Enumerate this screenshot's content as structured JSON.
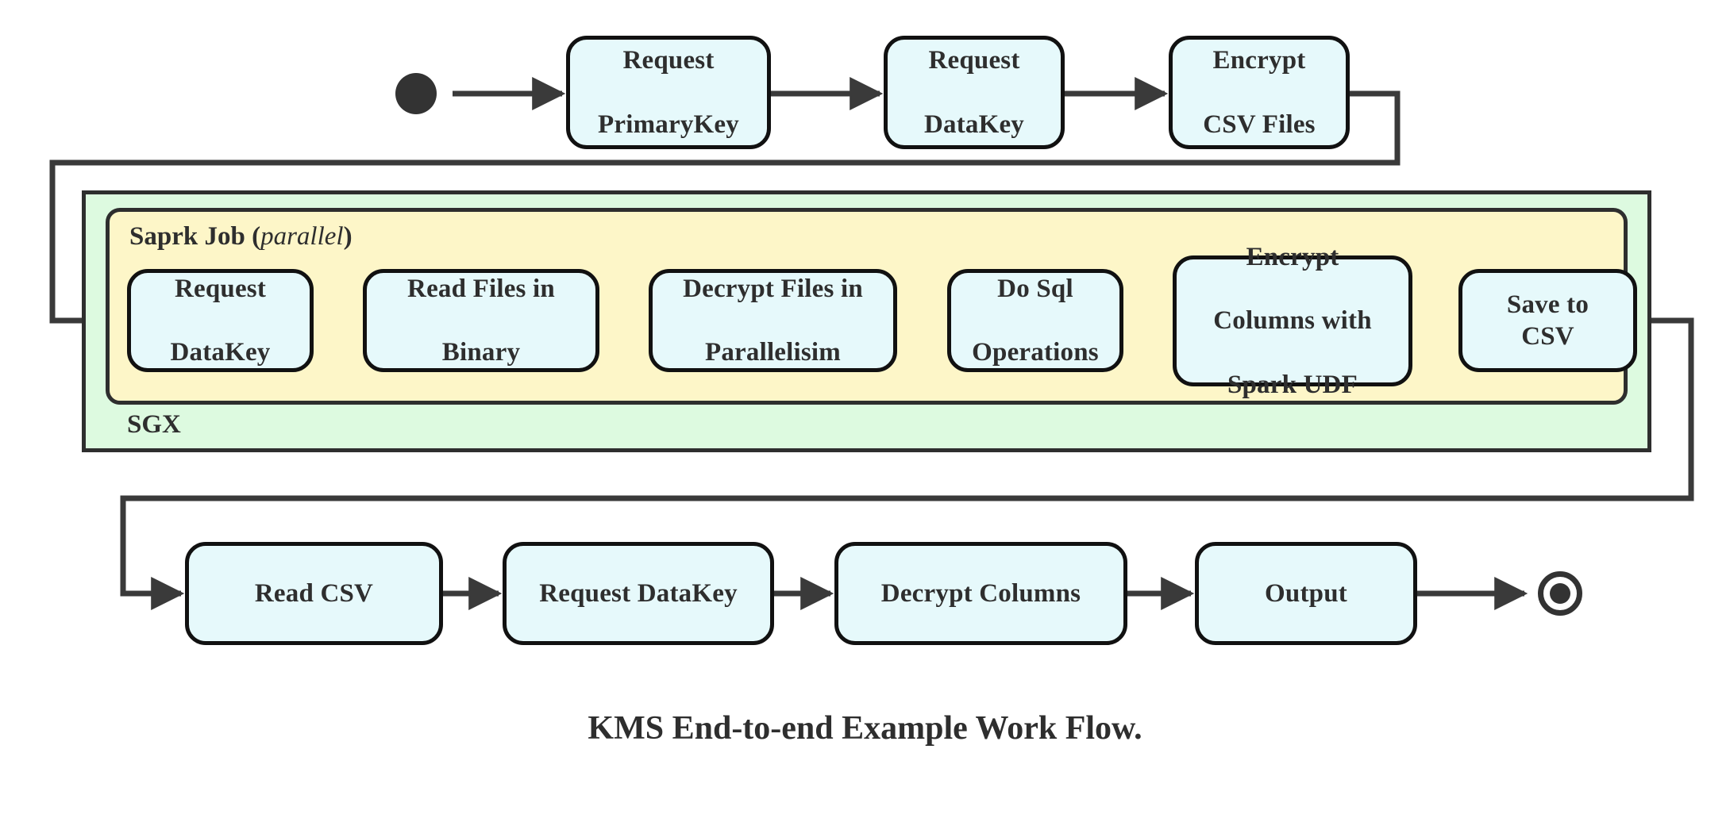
{
  "figure": {
    "caption": "KMS End-to-end Example Work Flow.",
    "colors": {
      "node_fill": "#e6f9fb",
      "node_stroke": "#111111",
      "outer_container_fill": "#ddfae0",
      "inner_container_fill": "#fdf6c8",
      "container_stroke": "#2e2e2e",
      "connector": "#3a3a3a",
      "text": "#2e2e2e",
      "background": "#ffffff"
    }
  },
  "containers": {
    "sgx": {
      "label": "SGX",
      "fill": "#ddfae0"
    },
    "spark_job": {
      "label_bold": "Saprk Job",
      "label_paren_open": "(",
      "label_italic": "parallel",
      "label_paren_close": ")",
      "fill": "#fdf6c8"
    }
  },
  "markers": {
    "start": "start-node",
    "end": "end-node"
  },
  "rows": {
    "top": [
      {
        "id": "request-primarykey",
        "lines": [
          "Request",
          "PrimaryKey"
        ]
      },
      {
        "id": "request-datakey-top",
        "lines": [
          "Request",
          "DataKey"
        ]
      },
      {
        "id": "encrypt-csv-files",
        "lines": [
          "Encrypt",
          "CSV Files"
        ]
      }
    ],
    "spark": [
      {
        "id": "request-datakey-spark",
        "lines": [
          "Request",
          "DataKey"
        ]
      },
      {
        "id": "read-files-in-binary",
        "lines": [
          "Read Files in",
          "Binary"
        ]
      },
      {
        "id": "decrypt-files-in-parallelisim",
        "lines": [
          "Decrypt Files in",
          "Parallelisim"
        ]
      },
      {
        "id": "do-sql-operations",
        "lines": [
          "Do Sql",
          "Operations"
        ]
      },
      {
        "id": "encrypt-columns-with-spark-udf",
        "lines": [
          "Encrypt",
          "Columns with",
          "Spark UDF"
        ]
      },
      {
        "id": "save-to-csv",
        "lines": [
          "Save to CSV"
        ]
      }
    ],
    "bottom": [
      {
        "id": "read-csv",
        "lines": [
          "Read CSV"
        ]
      },
      {
        "id": "request-datakey-bottom",
        "lines": [
          "Request DataKey"
        ]
      },
      {
        "id": "decrypt-columns",
        "lines": [
          "Decrypt Columns"
        ]
      },
      {
        "id": "output",
        "lines": [
          "Output"
        ]
      }
    ]
  },
  "flow": {
    "sequence": [
      "start",
      "Request PrimaryKey",
      "Request DataKey",
      "Encrypt CSV Files",
      "Request DataKey",
      "Read Files in Binary",
      "Decrypt Files in Parallelisim",
      "Do Sql Operations",
      "Encrypt Columns with Spark UDF",
      "Save to CSV",
      "Read CSV",
      "Request DataKey",
      "Decrypt Columns",
      "Output",
      "end"
    ]
  }
}
